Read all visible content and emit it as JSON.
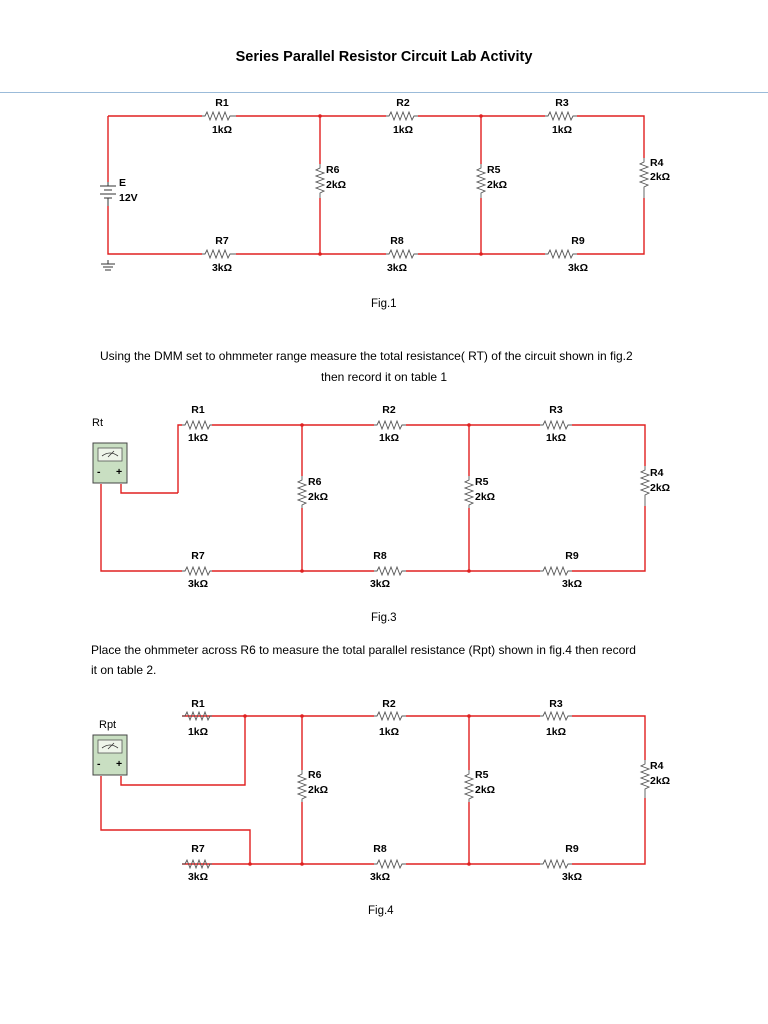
{
  "title": "Series Parallel Resistor Circuit Lab Activity",
  "fig1": {
    "caption": "Fig.1",
    "source": {
      "name": "E",
      "value": "12V"
    },
    "resistors": [
      {
        "name": "R1",
        "value": "1kΩ"
      },
      {
        "name": "R2",
        "value": "1kΩ"
      },
      {
        "name": "R3",
        "value": "1kΩ"
      },
      {
        "name": "R4",
        "value": "2kΩ"
      },
      {
        "name": "R5",
        "value": "2kΩ"
      },
      {
        "name": "R6",
        "value": "2kΩ"
      },
      {
        "name": "R7",
        "value": "3kΩ"
      },
      {
        "name": "R8",
        "value": "3kΩ"
      },
      {
        "name": "R9",
        "value": "3kΩ"
      }
    ]
  },
  "instruction1": {
    "line1": "Using the DMM set to ohmmeter range measure the total resistance( RT)  of the circuit shown in fig.2",
    "line2": "then record it on table 1"
  },
  "fig3": {
    "caption": "Fig.3",
    "meter_label": "Rt",
    "resistors": [
      {
        "name": "R1",
        "value": "1kΩ"
      },
      {
        "name": "R2",
        "value": "1kΩ"
      },
      {
        "name": "R3",
        "value": "1kΩ"
      },
      {
        "name": "R4",
        "value": "2kΩ"
      },
      {
        "name": "R5",
        "value": "2kΩ"
      },
      {
        "name": "R6",
        "value": "2kΩ"
      },
      {
        "name": "R7",
        "value": "3kΩ"
      },
      {
        "name": "R8",
        "value": "3kΩ"
      },
      {
        "name": "R9",
        "value": "3kΩ"
      }
    ]
  },
  "instruction2": {
    "line1": "Place the ohmmeter across R6 to measure the total parallel resistance (Rpt)  shown in fig.4 then record",
    "line2": "it on table 2."
  },
  "fig4": {
    "caption": "Fig.4",
    "meter_label": "Rpt",
    "resistors": [
      {
        "name": "R1",
        "value": "1kΩ"
      },
      {
        "name": "R2",
        "value": "1kΩ"
      },
      {
        "name": "R3",
        "value": "1kΩ"
      },
      {
        "name": "R4",
        "value": "2kΩ"
      },
      {
        "name": "R5",
        "value": "2kΩ"
      },
      {
        "name": "R6",
        "value": "2kΩ"
      },
      {
        "name": "R7",
        "value": "3kΩ"
      },
      {
        "name": "R8",
        "value": "3kΩ"
      },
      {
        "name": "R9",
        "value": "3kΩ"
      }
    ]
  },
  "meter": {
    "minus": "-",
    "plus": "+"
  },
  "colors": {
    "wire": "#e02020",
    "rule": "#9bbbd9",
    "meter_body": "#c9dfc2"
  }
}
